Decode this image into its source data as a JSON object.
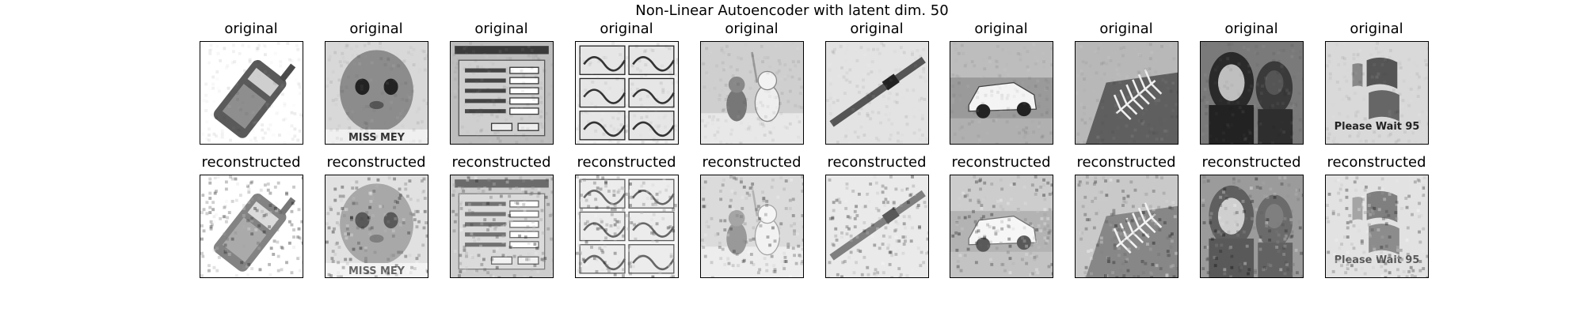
{
  "figure": {
    "title": "Non-Linear Autoencoder with latent dim. 50",
    "rows": [
      {
        "label": "original",
        "images": [
          "phone-icon",
          "baby-icon",
          "dialog-window-icon",
          "comic-page-icon",
          "animals-scene-icon",
          "pen-icon",
          "car-icon",
          "fish-skeleton-icon",
          "woman-and-dog-icon",
          "windows-flag-icon"
        ],
        "texts": [
          "",
          "MISS MEY",
          "",
          "",
          "",
          "",
          "",
          "",
          "",
          "Please Wait 95"
        ]
      },
      {
        "label": "reconstructed",
        "images": [
          "phone-icon",
          "baby-icon",
          "dialog-window-icon",
          "comic-page-icon",
          "animals-scene-icon",
          "pen-icon",
          "car-icon",
          "fish-skeleton-icon",
          "woman-and-dog-icon",
          "windows-flag-icon"
        ],
        "texts": [
          "",
          "MISS MEY",
          "",
          "",
          "",
          "",
          "",
          "",
          "",
          "Please Wait 95"
        ]
      }
    ]
  }
}
